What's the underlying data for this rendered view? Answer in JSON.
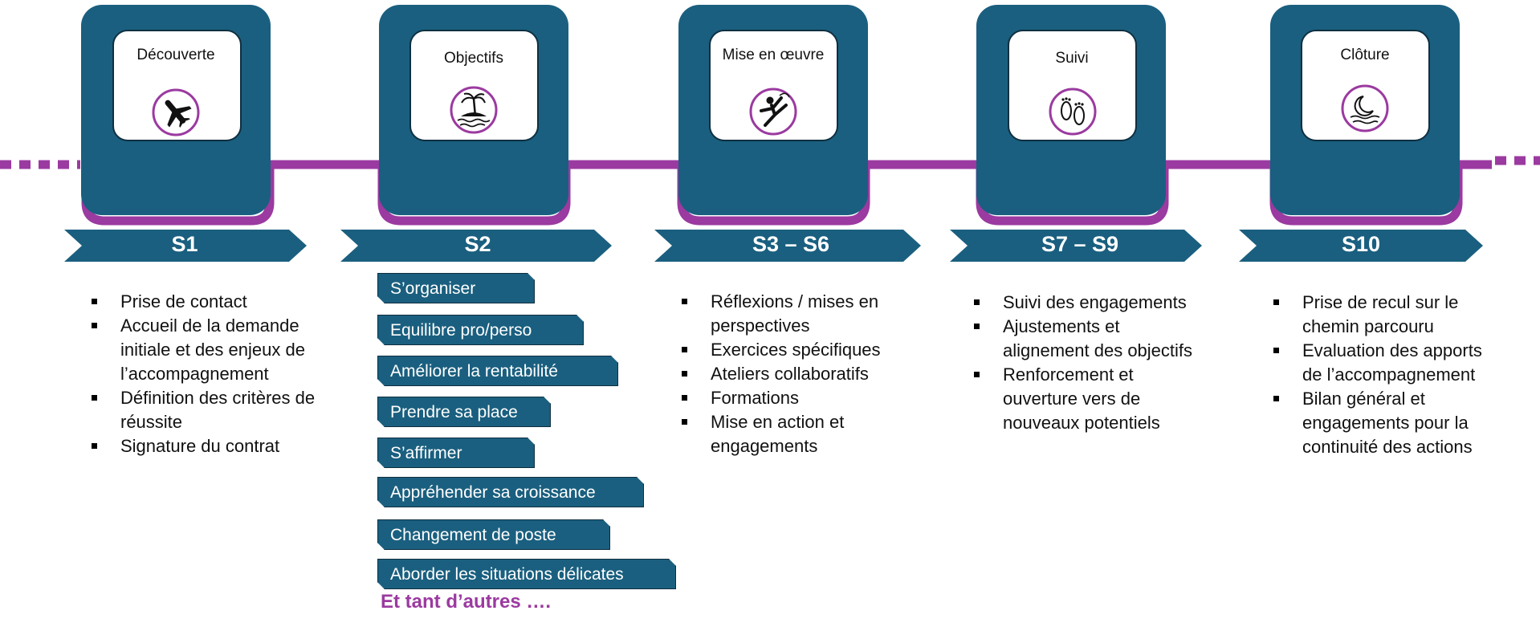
{
  "colors": {
    "teal": "#1a5f7f",
    "purple": "#9b3aa0",
    "text": "#111111"
  },
  "stages": [
    {
      "card_label": "Découverte",
      "icon": "airplane-icon",
      "step": "S1",
      "items": [
        "Prise de contact",
        "Accueil de la demande initiale et des enjeux de l’accompagnement",
        "Définition des critères de réussite",
        "Signature du contrat"
      ]
    },
    {
      "card_label": "Objectifs",
      "icon": "island-icon",
      "step": "S2",
      "items": []
    },
    {
      "card_label": "Mise en œuvre",
      "icon": "kicking-figure-icon",
      "step": "S3 – S6",
      "items": [
        "Réflexions / mises en perspectives",
        "Exercices spécifiques",
        "Ateliers collaboratifs",
        "Formations",
        "Mise en action et engagements"
      ]
    },
    {
      "card_label": "Suivi",
      "icon": "footprints-icon",
      "step": "S7 – S9",
      "items": [
        "Suivi des engagements",
        "Ajustements et alignement des objectifs",
        "Renforcement et ouverture vers de nouveaux potentiels"
      ]
    },
    {
      "card_label": "Clôture",
      "icon": "moon-icon",
      "step": "S10",
      "items": [
        "Prise de recul sur le chemin parcouru",
        "Evaluation des apports de l’accompagnement",
        "Bilan général et engagements pour la continuité des actions"
      ]
    }
  ],
  "topics": [
    "S’organiser",
    "Equilibre pro/perso",
    "Améliorer la rentabilité",
    "Prendre sa place",
    "S’affirmer",
    "Appréhender sa croissance",
    "Changement de poste",
    "Aborder les situations délicates"
  ],
  "more_label": "Et tant d’autres …."
}
